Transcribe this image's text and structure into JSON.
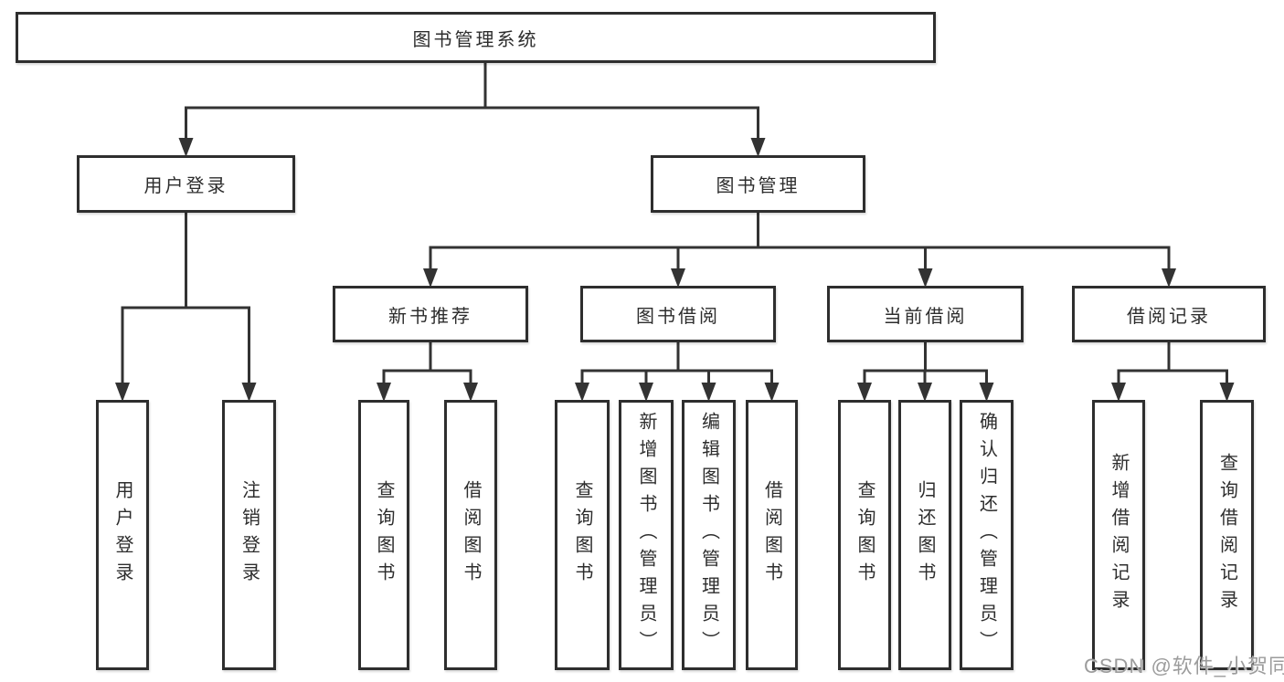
{
  "diagram": {
    "title": "图书管理系统",
    "tree": {
      "id": "library-system",
      "label": "图书管理系统",
      "children": [
        {
          "id": "user-login-branch",
          "label": "用户登录",
          "children": [
            {
              "id": "user-login",
              "label": "用户登录",
              "vertical": true
            },
            {
              "id": "logout-login",
              "label": "注销登录",
              "vertical": true
            }
          ]
        },
        {
          "id": "book-management",
          "label": "图书管理",
          "children": [
            {
              "id": "new-book-recommendation",
              "label": "新书推荐",
              "children": [
                {
                  "id": "query-books-recommend",
                  "label": "查询图书",
                  "vertical": true
                },
                {
                  "id": "borrow-books-recommend",
                  "label": "借阅图书",
                  "vertical": true
                }
              ]
            },
            {
              "id": "book-borrowing",
              "label": "图书借阅",
              "children": [
                {
                  "id": "query-books-borrow",
                  "label": "查询图书",
                  "vertical": true
                },
                {
                  "id": "add-book-admin",
                  "label": "新增图书（管理员）",
                  "vertical": true
                },
                {
                  "id": "edit-book-admin",
                  "label": "编辑图书（管理员）",
                  "vertical": true
                },
                {
                  "id": "borrow-books",
                  "label": "借阅图书",
                  "vertical": true
                }
              ]
            },
            {
              "id": "current-borrowing",
              "label": "当前借阅",
              "children": [
                {
                  "id": "query-books-current",
                  "label": "查询图书",
                  "vertical": true
                },
                {
                  "id": "return-books",
                  "label": "归还图书",
                  "vertical": true
                },
                {
                  "id": "confirm-return-admin",
                  "label": "确认归还（管理员）",
                  "vertical": true
                }
              ]
            },
            {
              "id": "borrowing-records",
              "label": "借阅记录",
              "children": [
                {
                  "id": "add-borrow-record",
                  "label": "新增借阅记录",
                  "vertical": true
                },
                {
                  "id": "query-borrow-record",
                  "label": "查询借阅记录",
                  "vertical": true
                }
              ]
            }
          ]
        }
      ]
    }
  },
  "watermark": {
    "text": "CSDN @软件_小贺同学"
  },
  "colors": {
    "line": "#333333",
    "box_border": "#2e2e2e",
    "text": "#2d2d2d",
    "background": "#ffffff",
    "watermark": "#9c9c9c"
  }
}
